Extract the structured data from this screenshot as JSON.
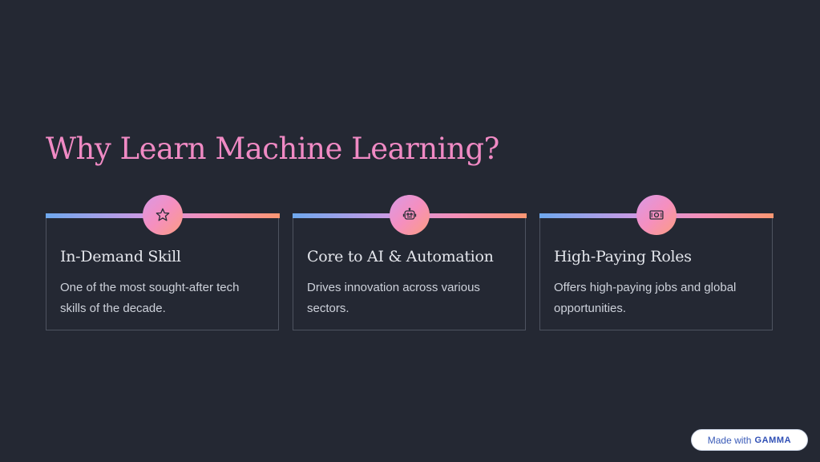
{
  "slide": {
    "title": "Why Learn Machine Learning?"
  },
  "cards": [
    {
      "icon": "star-icon",
      "title": "In-Demand Skill",
      "description": "One of the most sought-after tech skills of the decade."
    },
    {
      "icon": "robot-icon",
      "title": "Core to AI & Automation",
      "description": "Drives innovation across various sectors."
    },
    {
      "icon": "banknote-icon",
      "title": "High-Paying Roles",
      "description": "Offers high-paying jobs and global opportunities."
    }
  ],
  "badge": {
    "prefix": "Made with",
    "brand": "GAMMA"
  },
  "colors": {
    "background": "#242833",
    "title": "#f08ac4",
    "card_border": "#4e5360",
    "gradient_start": "#6ea8ee",
    "gradient_end": "#fb9772"
  }
}
